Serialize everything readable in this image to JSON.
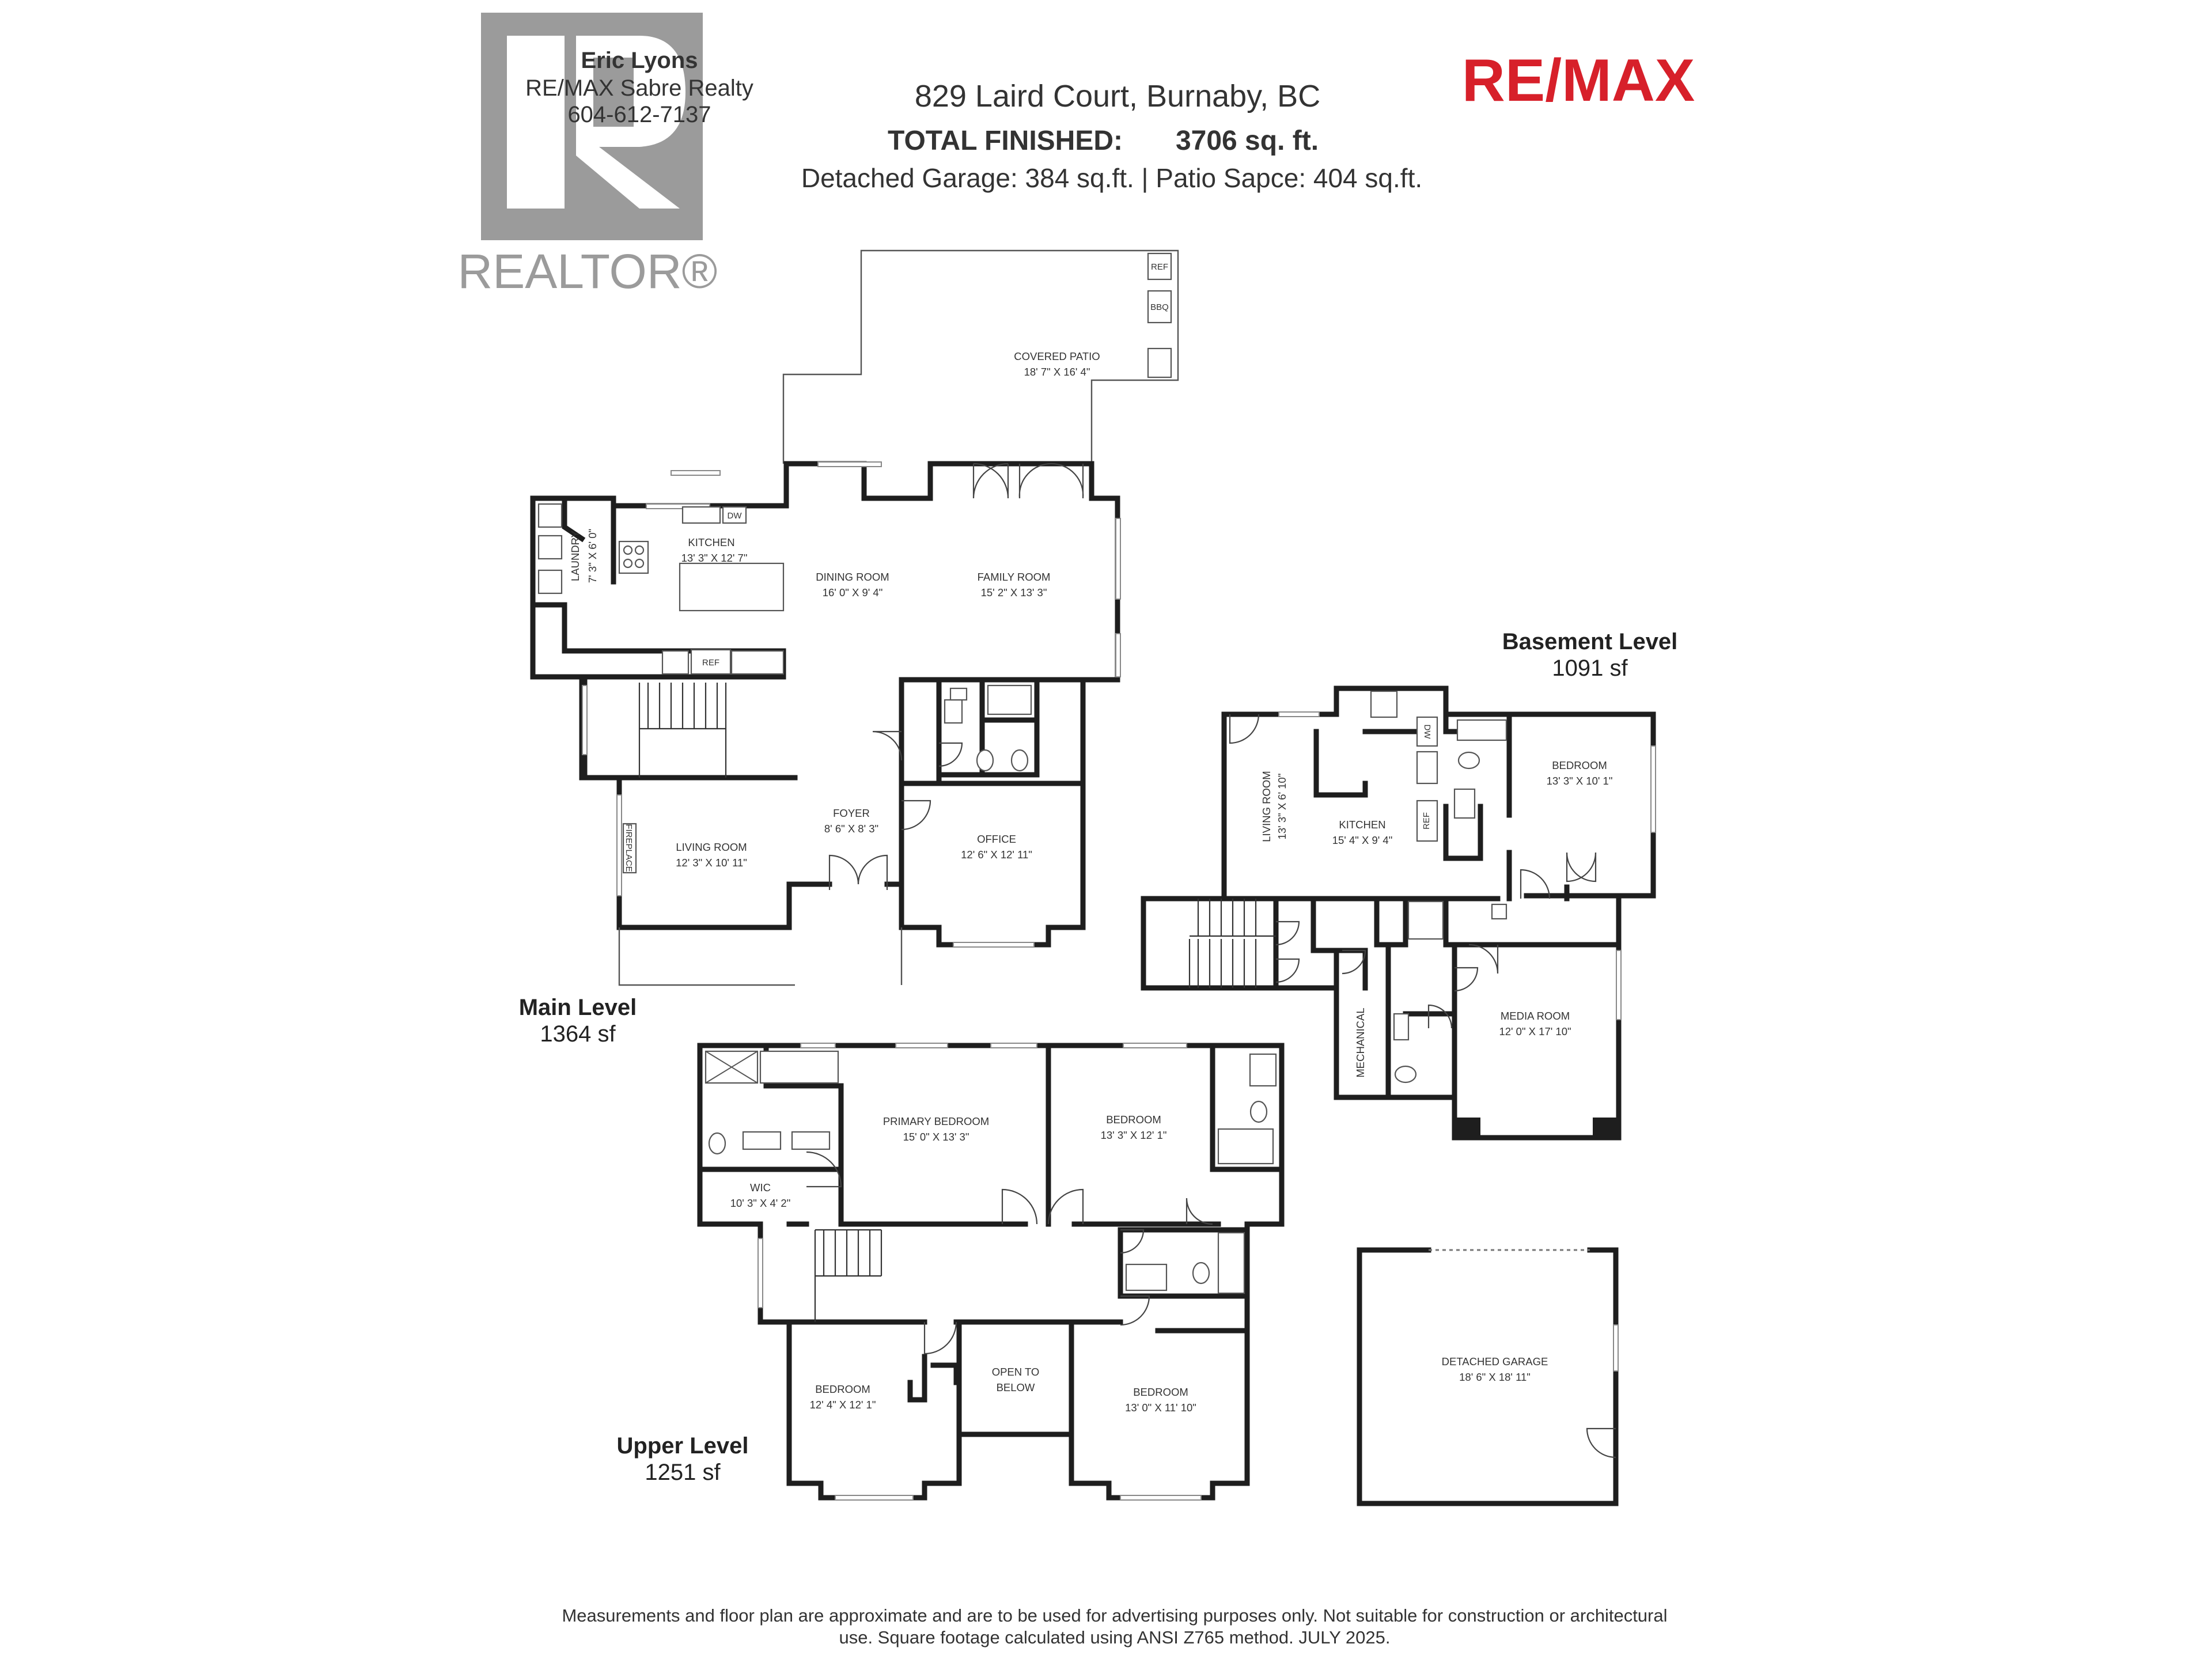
{
  "agent": {
    "name": "Eric Lyons",
    "brokerage": "RE/MAX Sabre Realty",
    "phone": "604-612-7137"
  },
  "logos": {
    "realtor": "REALTOR®",
    "remax": "RE/MAX",
    "remax_red": "#d7202a",
    "remax_blue": "#1e3a8a"
  },
  "header": {
    "address": "829 Laird Court, Burnaby, BC",
    "total_label": "TOTAL FINISHED:",
    "total_value": "3706 sq. ft.",
    "extras": "Detached Garage: 384 sq.ft.  |  Patio Sapce: 404 sq.ft."
  },
  "levels": {
    "main": {
      "name": "Main Level",
      "area": "1364 sf"
    },
    "basement": {
      "name": "Basement Level",
      "area": "1091 sf"
    },
    "upper": {
      "name": "Upper Level",
      "area": "1251 sf"
    }
  },
  "rooms": {
    "covered_patio": {
      "name": "COVERED PATIO",
      "dim": "18' 7\" X 16' 4\""
    },
    "kitchen_main": {
      "name": "KITCHEN",
      "dim": "13' 3\" X 12' 7\""
    },
    "laundry": {
      "name": "LAUNDRY",
      "dim": "7' 3\" X 6' 0\""
    },
    "dining_room": {
      "name": "DINING ROOM",
      "dim": "16' 0\" X 9' 4\""
    },
    "family_room": {
      "name": "FAMILY ROOM",
      "dim": "15' 2\" X 13' 3\""
    },
    "foyer": {
      "name": "FOYER",
      "dim": "8' 6\" X 8' 3\""
    },
    "living_room_main": {
      "name": "LIVING ROOM",
      "dim": "12' 3\" X 10' 11\""
    },
    "office": {
      "name": "OFFICE",
      "dim": "12' 6\" X 12' 11\""
    },
    "living_room_bsmt": {
      "name": "LIVING ROOM",
      "dim": "13' 3\" X 6' 10\""
    },
    "kitchen_bsmt": {
      "name": "KITCHEN",
      "dim": "15' 4\" X 9' 4\""
    },
    "bedroom_bsmt": {
      "name": "BEDROOM",
      "dim": "13' 3\" X 10' 1\""
    },
    "media_room": {
      "name": "MEDIA ROOM",
      "dim": "12' 0\" X 17' 10\""
    },
    "mechanical": {
      "name": "MECHANICAL",
      "dim": ""
    },
    "primary_bedroom": {
      "name": "PRIMARY BEDROOM",
      "dim": "15' 0\" X 13' 3\""
    },
    "wic": {
      "name": "WIC",
      "dim": "10' 3\" X 4' 2\""
    },
    "bedroom_upper_1": {
      "name": "BEDROOM",
      "dim": "13' 3\" X 12' 1\""
    },
    "bedroom_upper_2": {
      "name": "BEDROOM",
      "dim": "12' 4\" X 12' 1\""
    },
    "open_to_below_1": {
      "name": "OPEN TO",
      "dim": "BELOW"
    },
    "bedroom_upper_3": {
      "name": "BEDROOM",
      "dim": "13' 0\" X 11' 10\""
    },
    "detached_garage": {
      "name": "DETACHED GARAGE",
      "dim": "18' 6\" X 18' 11\""
    }
  },
  "fixtures": {
    "ref": "REF",
    "bbq": "BBQ",
    "dw": "DW",
    "fireplace": "FIREPLACE"
  },
  "footer": {
    "line1": "Measurements and floor plan are approximate and are to be used for advertising purposes only. Not suitable for construction or architectural",
    "line2": "use. Square footage calculated using ANSI Z765 method. JULY 2025."
  }
}
